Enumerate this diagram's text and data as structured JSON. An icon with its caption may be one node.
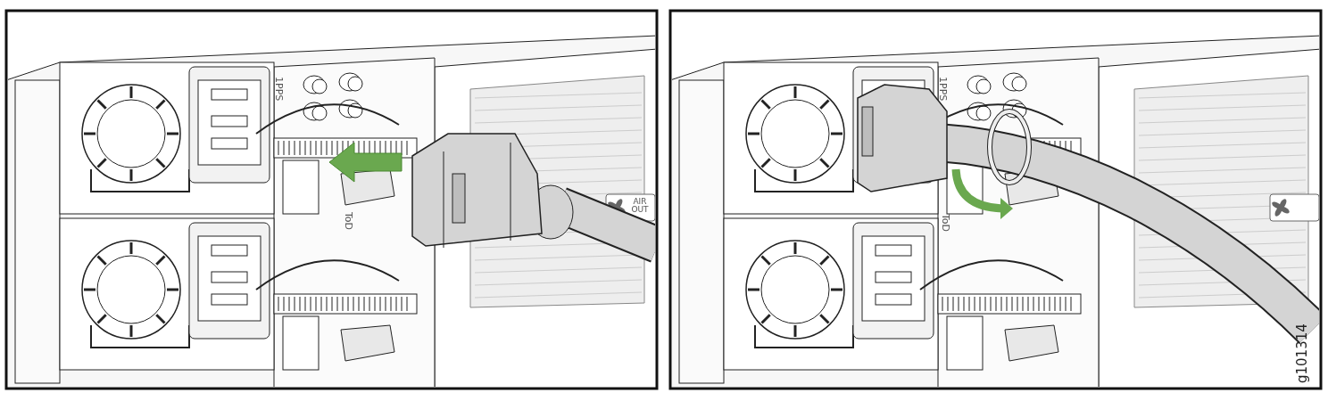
{
  "diagram": {
    "labels": [
      "1PPS",
      "ToD",
      "AIR OUT",
      "1PPS",
      "ToD",
      "g101314"
    ]
  }
}
